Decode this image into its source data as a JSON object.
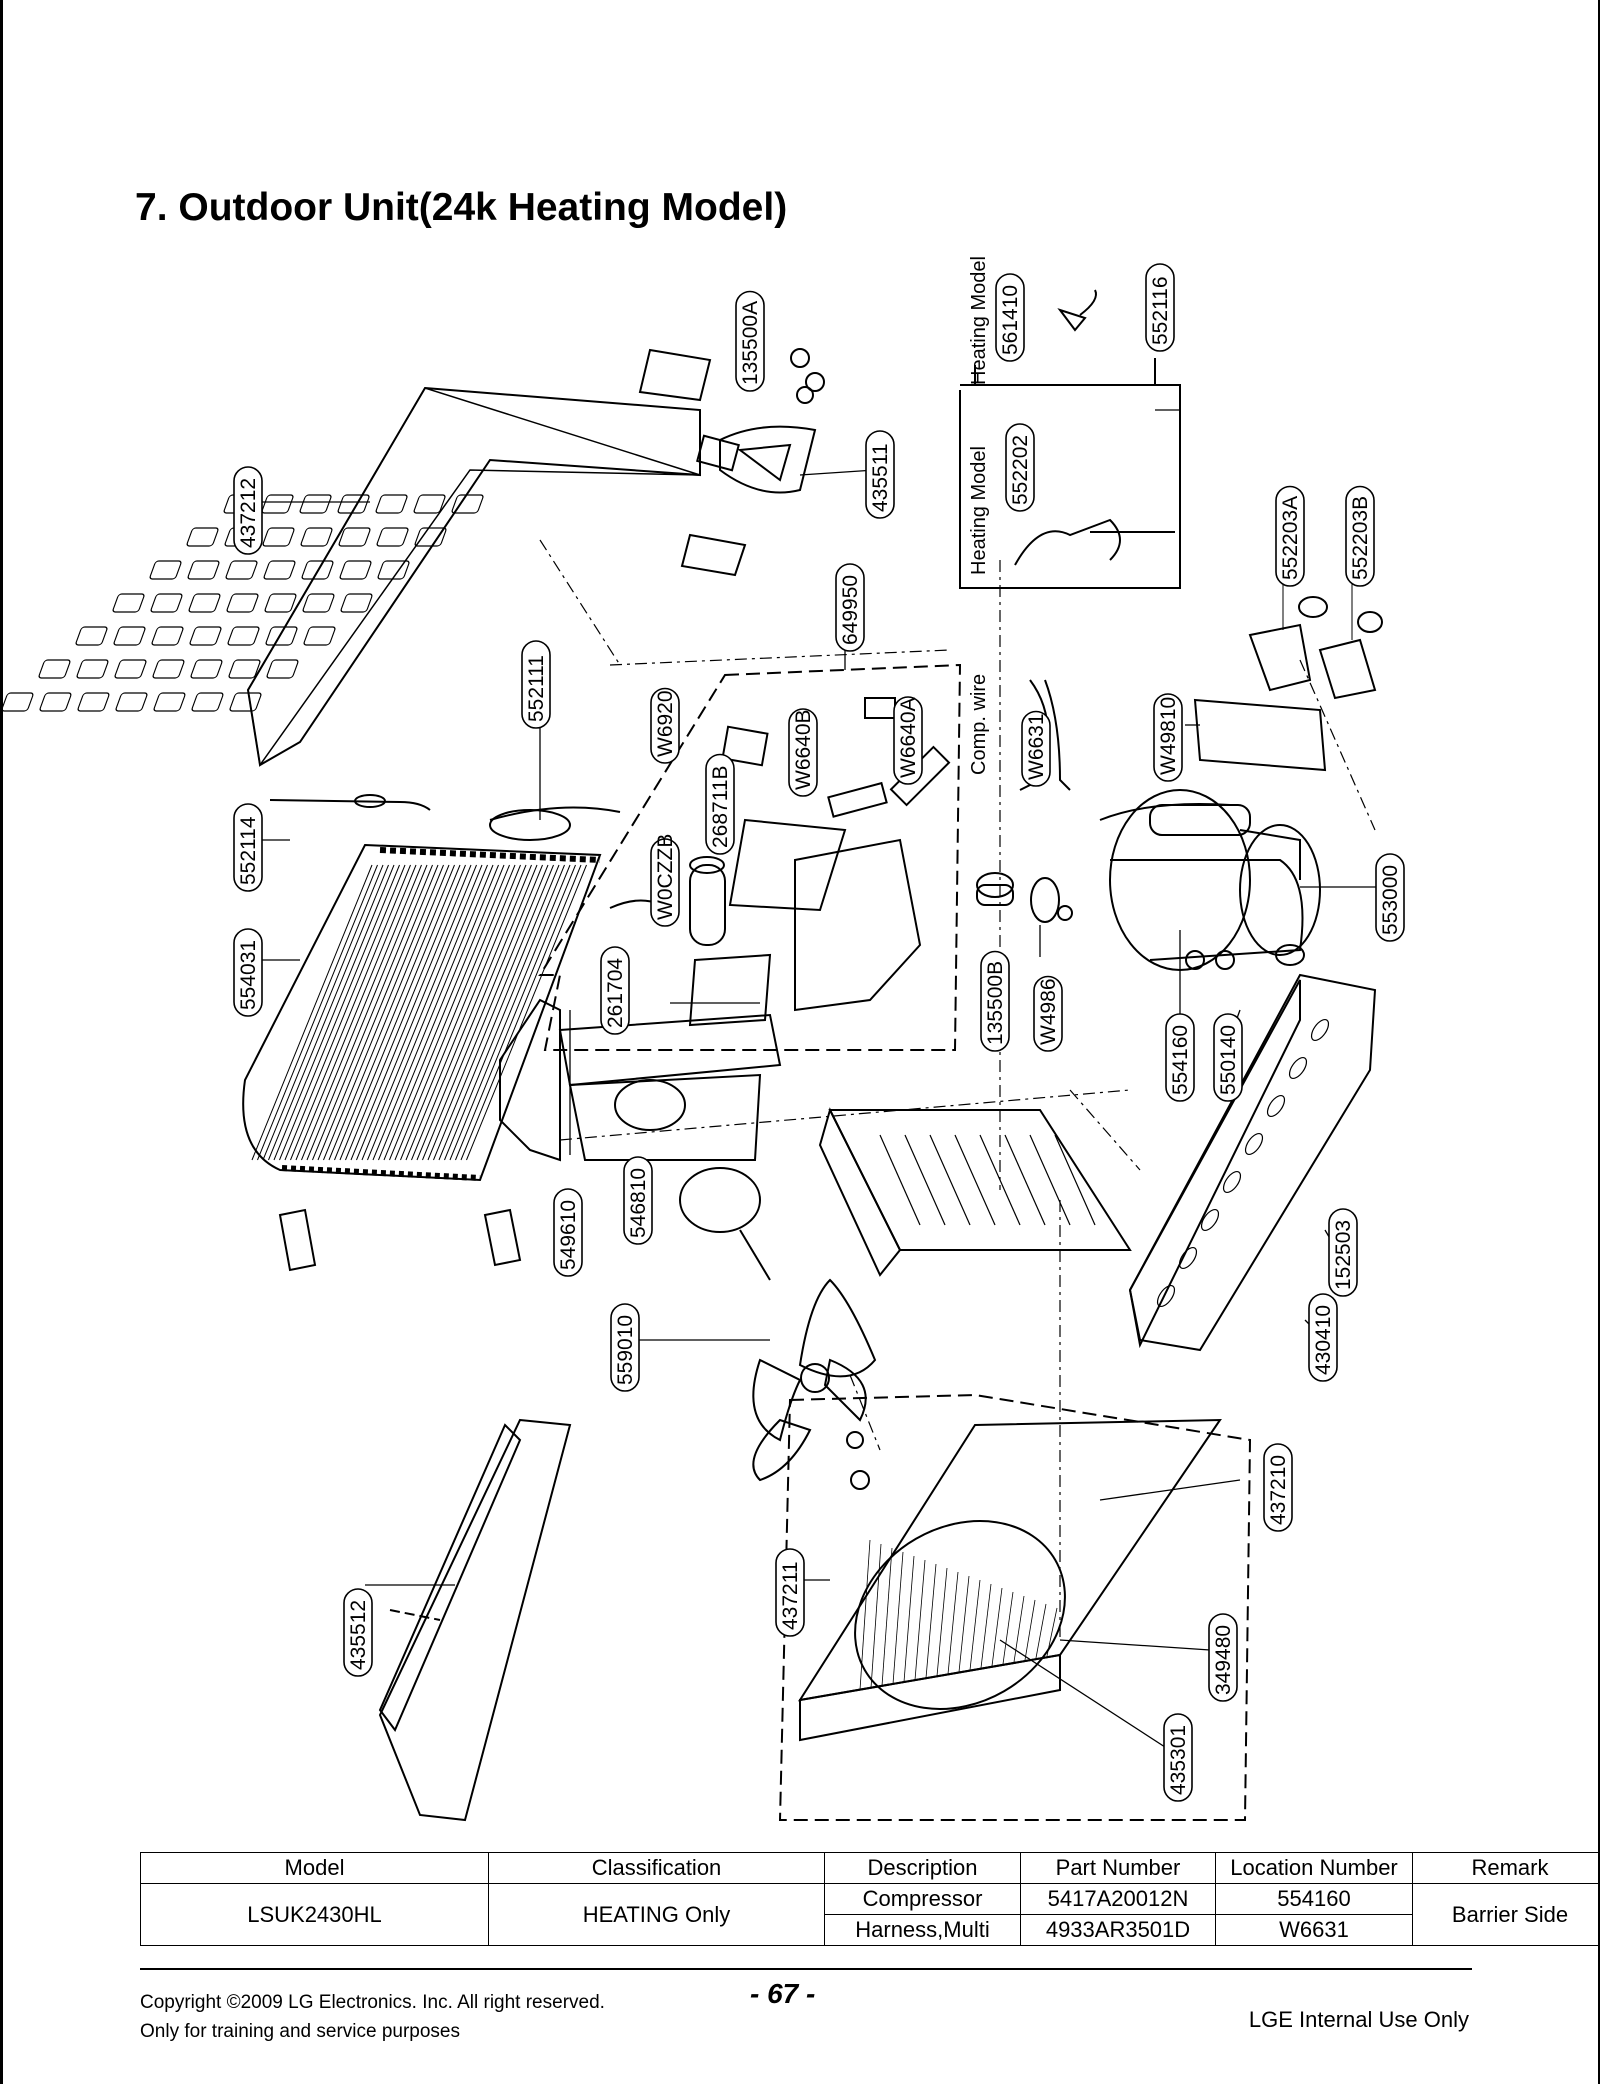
{
  "page": {
    "title": "7. Outdoor Unit(24k Heating Model)",
    "page_number": "- 67 -",
    "copyright_line1": "Copyright ©2009 LG Electronics. Inc. All right reserved.",
    "copyright_line2": "Only for training and service purposes",
    "classification": "LGE Internal Use Only"
  },
  "diagram": {
    "heating_model_label": "Heating Model",
    "comp_wire_label": "Comp. wire",
    "callouts": [
      "135500A",
      "437212",
      "435511",
      "552111",
      "649950",
      "W6920",
      "W6640B",
      "W6640A",
      "552114",
      "554031",
      "W0CZZB",
      "268711B",
      "261704",
      "561410",
      "552116",
      "552202",
      "552203A",
      "552203B",
      "W6631",
      "W49810",
      "553000",
      "135500B",
      "W4986",
      "554160",
      "550140",
      "549610",
      "546810",
      "152503",
      "430410",
      "559010",
      "437210",
      "435512",
      "437211",
      "349480",
      "435301"
    ]
  },
  "table": {
    "headers": [
      "Model",
      "Classification",
      "Description",
      "Part Number",
      "Location Number",
      "Remark"
    ],
    "model": "LSUK2430HL",
    "classification": "HEATING Only",
    "remark": "Barrier Side",
    "rows": [
      {
        "description": "Compressor",
        "part_number": "5417A20012N",
        "location": "554160"
      },
      {
        "description": "Harness,Multi",
        "part_number": "4933AR3501D",
        "location": "W6631"
      }
    ]
  }
}
